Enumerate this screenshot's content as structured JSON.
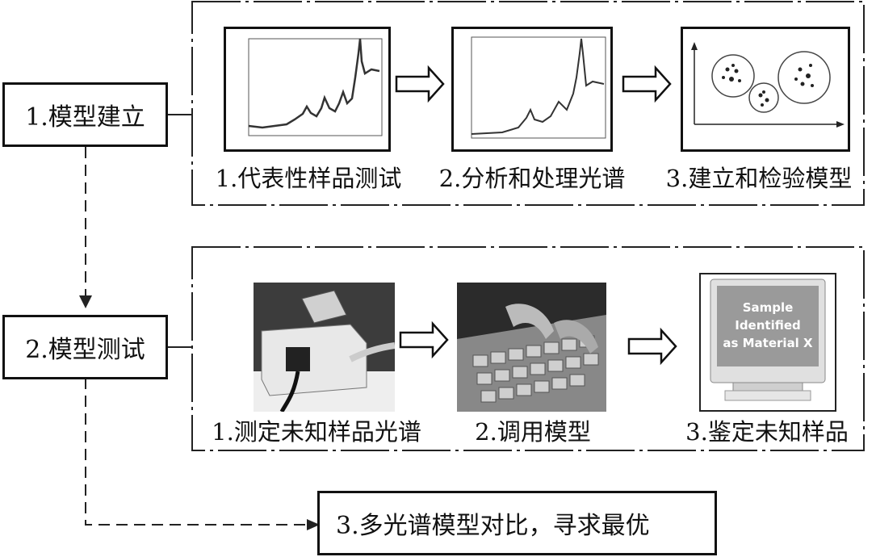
{
  "stages": {
    "model_build": "1.模型建立",
    "model_test": "2.模型测试",
    "compare": "3.多光谱模型对比，寻求最优"
  },
  "build_steps": [
    "1.代表性样品测试",
    "2.分析和处理光谱",
    "3.建立和检验模型"
  ],
  "test_steps": [
    "1.测定未知样品光谱",
    "2.调用模型",
    "3.鉴定未知样品"
  ],
  "monitor_text": [
    "Sample",
    "Identified",
    "as Material X"
  ]
}
